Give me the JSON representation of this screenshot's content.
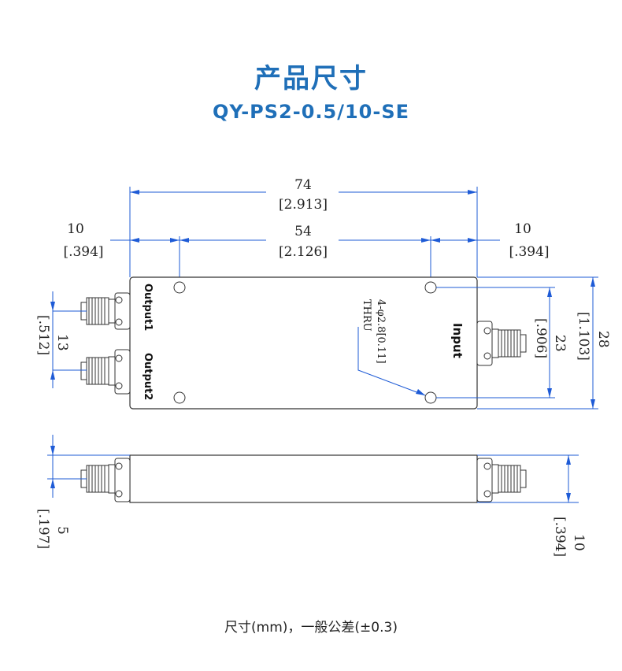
{
  "header": {
    "title": "产品尺寸",
    "model": "QY-PS2-0.5/10-SE"
  },
  "dimensions": {
    "overall_length": "74",
    "overall_length_in": "[2.913]",
    "hole_spacing": "54",
    "hole_spacing_in": "[2.126]",
    "left_offset": "10",
    "left_offset_in": "[.394]",
    "right_offset": "10",
    "right_offset_in": "[.394]",
    "output_pitch": "13",
    "output_pitch_in": "[.512]",
    "hole_height": "23",
    "hole_height_in": "[.906]",
    "body_height": "28",
    "body_height_in": "[1.103]",
    "thickness_offset": "5",
    "thickness_offset_in": "[.197]",
    "thickness": "10",
    "thickness_in": "[.394]"
  },
  "labels": {
    "output1": "Output1",
    "output2": "Output2",
    "input": "Input",
    "holes": "4-φ2.8[0.11]",
    "thru": "THRU"
  },
  "footer": {
    "note": "尺寸(mm)，一般公差(±0.3)"
  },
  "colors": {
    "title": "#1f6fb8",
    "dimension_line": "#1e5bd6",
    "outline": "#333333"
  }
}
